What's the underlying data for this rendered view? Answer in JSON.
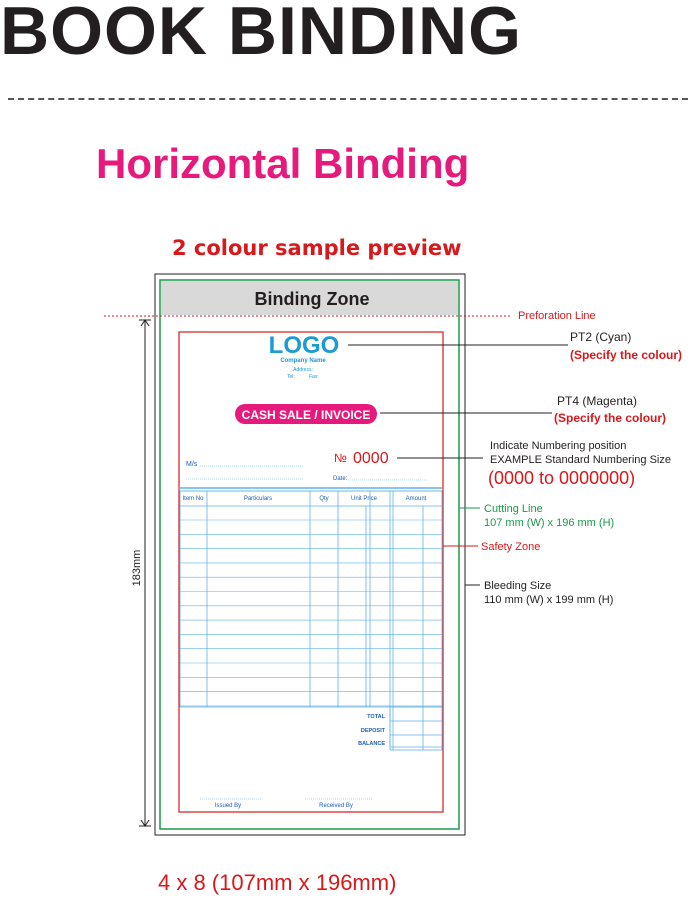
{
  "title": "BOOK BINDING",
  "subtitle": "Horizontal Binding",
  "preview_label": "2 colour sample preview",
  "binding_zone": "Binding Zone",
  "perforation_label": "Preforation Line",
  "height_dimension": "183mm",
  "form": {
    "logo": "LOGO",
    "company_name": "Company Name",
    "address_label": "Address:",
    "tel_label": "Tel:",
    "fax_label": "Fax:",
    "invoice_badge": "CASH SALE / INVOICE",
    "ms_label": "M/s",
    "number_sign": "№",
    "number": "0000",
    "date_label": "Date:",
    "columns": [
      "Item No",
      "Particulars",
      "Qty",
      "Unit Price",
      "Amount"
    ],
    "totals": [
      "TOTAL",
      "DEPOSIT",
      "BALANCE"
    ],
    "issued_by": "Issued By",
    "received_by": "Received By"
  },
  "annotations": {
    "pt2_title": "PT2 (Cyan)",
    "pt2_note": "(Specify the colour)",
    "pt4_title": "PT4 (Magenta)",
    "pt4_note": "(Specify the colour)",
    "numbering_line1": "Indicate Numbering position",
    "numbering_line2": "EXAMPLE  Standard Numbering Size",
    "numbering_range": "(0000 to 0000000)",
    "cutting_title": "Cutting Line",
    "cutting_size": "107 mm (W) x 196 mm (H)",
    "safety_title": "Safety Zone",
    "bleeding_title": "Bleeding Size",
    "bleeding_size": "110 mm (W) x 199 mm (H)"
  },
  "footer_size": "4 x 8 (107mm x 196mm)",
  "colors": {
    "magenta": "#e6197d",
    "red": "#d7191c",
    "cyan": "#1a9ad6",
    "green": "#1a9a4a",
    "form_blue": "#5fb3e6",
    "dark": "#231f20"
  }
}
